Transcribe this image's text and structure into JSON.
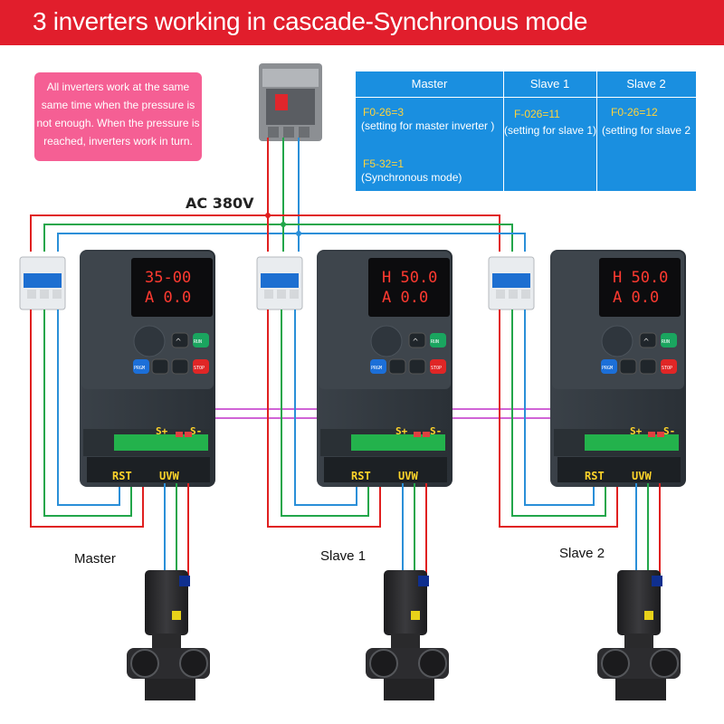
{
  "title": "3 inverters working in cascade-Synchronous mode",
  "note": {
    "lines": [
      "All inverters work at the same",
      "same time when the pressure is",
      "not enough. When the pressure is",
      "reached, inverters work in turn."
    ]
  },
  "table": {
    "headers": [
      "Master",
      "Slave 1",
      "Slave 2"
    ],
    "master": {
      "p1": "F0-26=3",
      "p1_desc": "(setting for master inverter )",
      "p2": "F5-32=1",
      "p2_desc": "(Synchronous mode)"
    },
    "slave1": {
      "p1": "F-026=11",
      "p1_desc": "(setting for slave 1)"
    },
    "slave2": {
      "p1": "F0-26=12",
      "p1_desc": "(setting for slave 2"
    }
  },
  "supply_label": "AC 380V",
  "inverters": [
    {
      "caption": "Master",
      "display_top": "35-00",
      "display_bottom": "A 0.0"
    },
    {
      "caption": "Slave 1",
      "display_top": "H 50.0",
      "display_bottom": "A 0.0"
    },
    {
      "caption": "Slave 2",
      "display_top": "H 50.0",
      "display_bottom": "A 0.0"
    }
  ],
  "terminals": {
    "input": "RST",
    "output": "UVW",
    "s_plus": "S+",
    "s_minus": "S-"
  },
  "keypad": {
    "run": "RUN",
    "stop": "STOP",
    "prog": "PRGM"
  },
  "colors": {
    "banner": "#e11e2c",
    "note": "#f55f94",
    "table": "#1a8fe0",
    "wire_red": "#e02020",
    "wire_green": "#22a64a",
    "wire_blue": "#2a8fd8",
    "bus_magenta": "#c030c8"
  }
}
